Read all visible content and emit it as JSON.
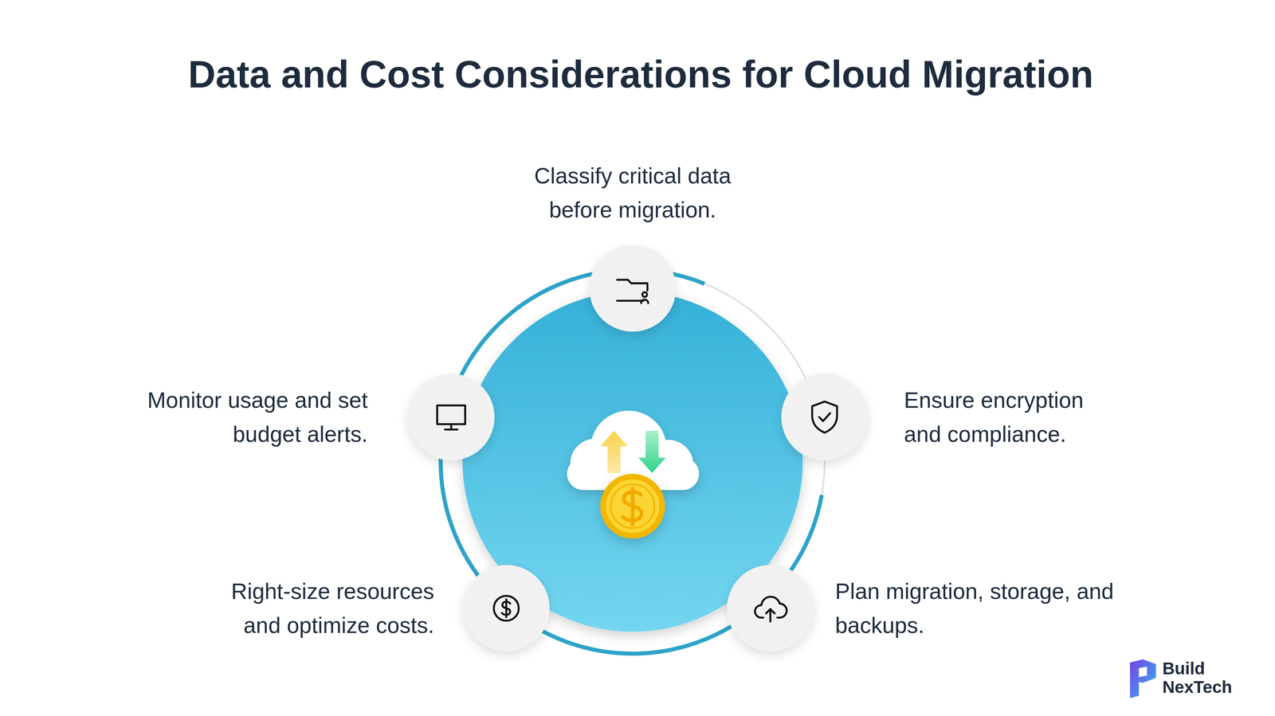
{
  "diagram": {
    "title": "Data and Cost Considerations for Cloud Migration",
    "nodes": [
      {
        "text": [
          "Classify critical data before migration."
        ]
      },
      {
        "text": [
          "Ensure encryption and compliance."
        ]
      },
      {
        "text": [
          "Plan migration, storage, and backups."
        ]
      },
      {
        "text": [
          "Right-size resources and optimize costs."
        ]
      },
      {
        "text": [
          "Monitor usage and set budget alerts."
        ]
      }
    ],
    "labels": [
      "Build NexTech"
    ]
  }
}
